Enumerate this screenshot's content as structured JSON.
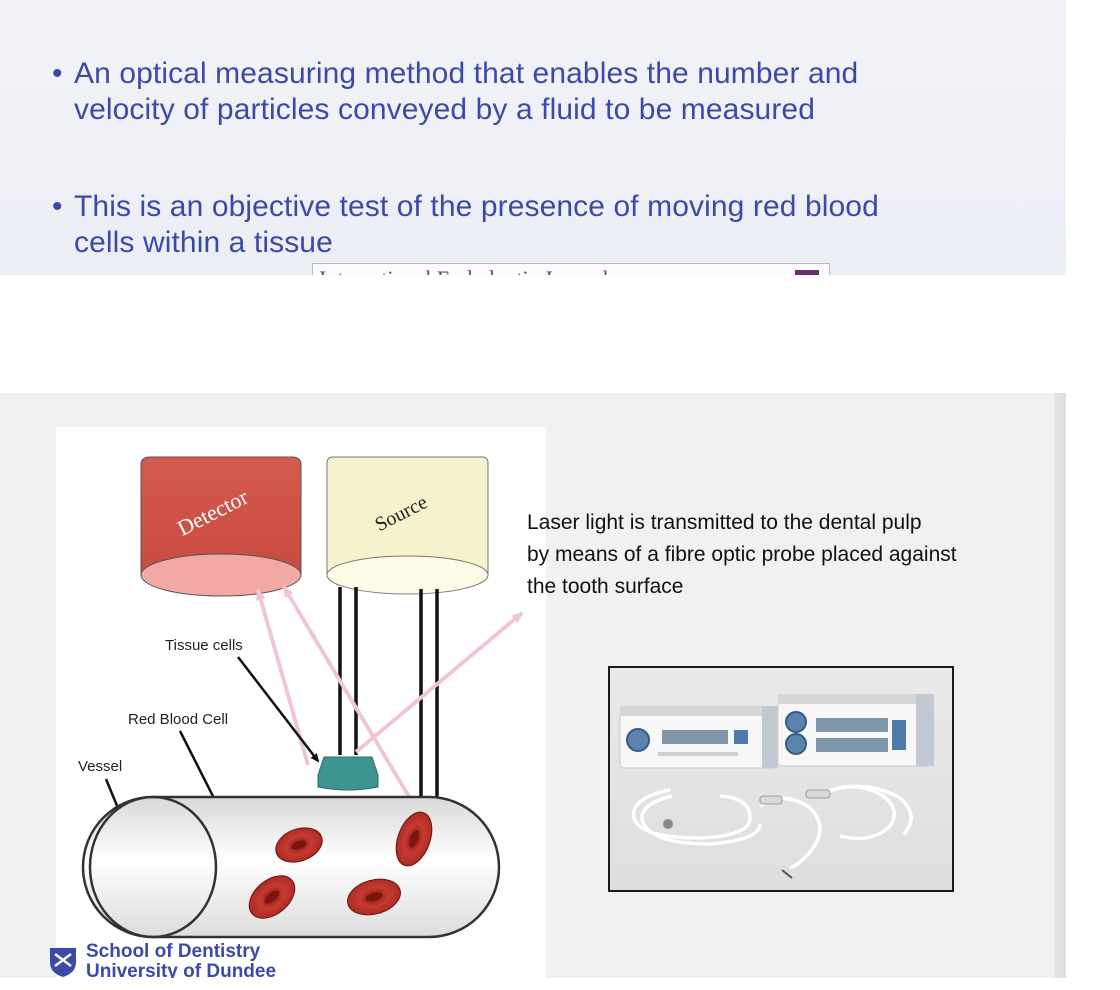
{
  "slide_top": {
    "bullets": [
      {
        "marker": "•",
        "lines": [
          "An optical measuring method that enables the number and",
          "velocity of particles conveyed by a fluid to be measured"
        ]
      },
      {
        "marker": "•",
        "lines": [
          "This is an objective test of the presence of moving red blood",
          "cells within a tissue"
        ]
      }
    ],
    "journal_banner": "International Endodontic Journal"
  },
  "slide_bottom": {
    "diagram": {
      "detector_label": "Detector",
      "source_label": "Source",
      "tissue_cells_label": "Tissue cells",
      "red_blood_cell_label": "Red Blood Cell",
      "vessel_label": "Vessel",
      "colors": {
        "detector": "#d2534a",
        "source": "#f4f1c9",
        "scattered_light": "#f0c6d6",
        "tissue_cell": "#3e948f",
        "red_blood_cell": "#b8302a"
      }
    },
    "description_lines": [
      "Laser light is transmitted to the dental pulp",
      "by means of a fibre optic probe placed against",
      "the tooth surface"
    ],
    "footer": {
      "line1": "School of Dentistry",
      "line2": "University of Dundee"
    }
  }
}
